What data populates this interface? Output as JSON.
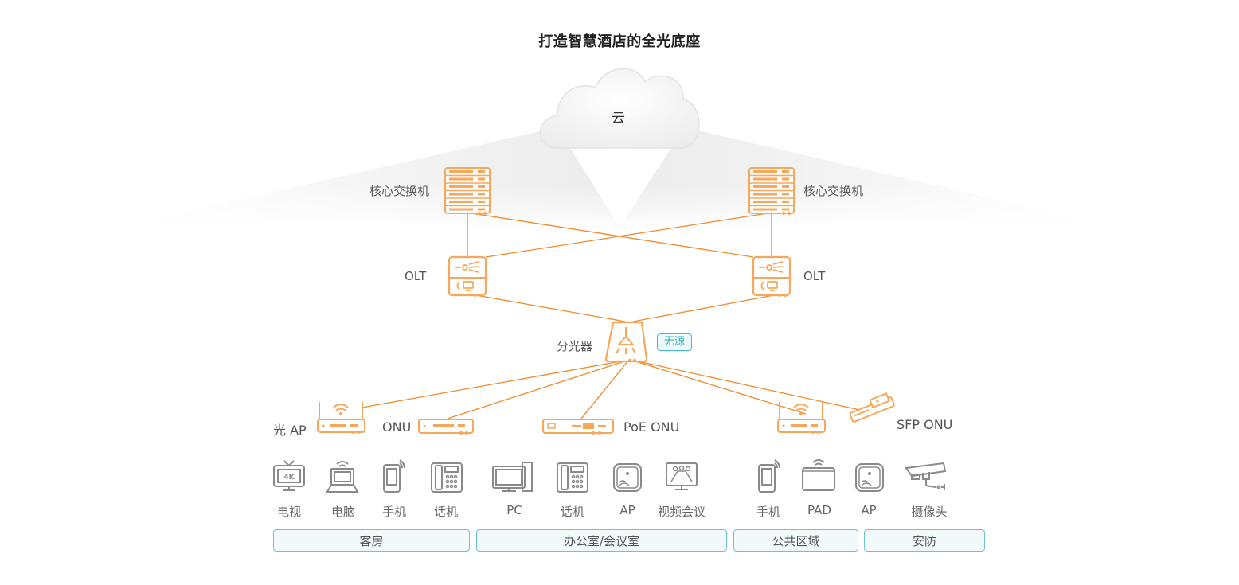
{
  "title": "打造智慧酒店的全光底座",
  "cloud": {
    "label": "云"
  },
  "core_switches": [
    {
      "label": "核心交换机",
      "side": "left"
    },
    {
      "label": "核心交换机",
      "side": "right"
    }
  ],
  "olts": [
    {
      "label": "OLT",
      "side": "left"
    },
    {
      "label": "OLT",
      "side": "right"
    }
  ],
  "splitter": {
    "label": "分光器",
    "badge": "无源"
  },
  "onus": [
    {
      "label": "光 AP",
      "type": "optical-ap"
    },
    {
      "label": "ONU",
      "type": "onu"
    },
    {
      "label": "PoE ONU",
      "type": "poe-onu"
    },
    {
      "label": "",
      "type": "optical-ap"
    },
    {
      "label": "SFP ONU",
      "type": "sfp-onu"
    }
  ],
  "terminals": [
    {
      "label": "电视",
      "icon": "tv-4k-icon"
    },
    {
      "label": "电脑",
      "icon": "laptop-icon"
    },
    {
      "label": "手机",
      "icon": "phone-icon"
    },
    {
      "label": "话机",
      "icon": "desk-phone-icon"
    },
    {
      "label": "PC",
      "icon": "pc-icon"
    },
    {
      "label": "话机",
      "icon": "desk-phone-icon"
    },
    {
      "label": "AP",
      "icon": "ap-icon"
    },
    {
      "label": "视频会议",
      "icon": "video-conference-icon"
    },
    {
      "label": "手机",
      "icon": "phone-icon"
    },
    {
      "label": "PAD",
      "icon": "tablet-icon"
    },
    {
      "label": "AP",
      "icon": "ap-icon"
    },
    {
      "label": "摄像头",
      "icon": "camera-icon"
    }
  ],
  "zones": [
    {
      "label": "客房"
    },
    {
      "label": "办公室/会议室"
    },
    {
      "label": "公共区域"
    },
    {
      "label": "安防"
    }
  ],
  "colors": {
    "device": "#f7a75c",
    "link": "#f08a2c",
    "terminal": "#8a8a8a",
    "zone_border": "#6cc4cf",
    "zone_fill": "#f1f9fb",
    "badge": "#2fa8bb"
  }
}
